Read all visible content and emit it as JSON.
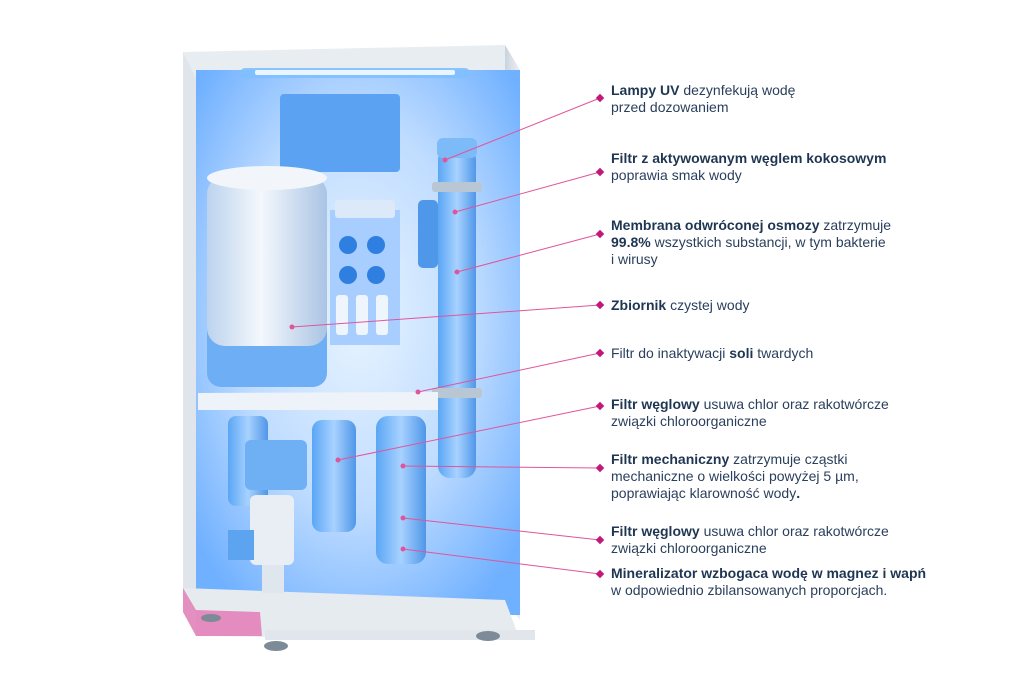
{
  "colors": {
    "leader": "#e0559a",
    "text": "#2a3f5c",
    "cabinet_glow": "#3d9bff",
    "accent_pink": "#e07ab8"
  },
  "labels": [
    {
      "id": "uv-lamps",
      "lines": [
        [
          {
            "b": true,
            "t": "Lampy UV"
          },
          {
            "b": false,
            "t": " dezynfekują wodę"
          }
        ],
        [
          {
            "b": false,
            "t": "przed dozowaniem"
          }
        ]
      ]
    },
    {
      "id": "carbon-coconut-filter",
      "lines": [
        [
          {
            "b": true,
            "t": "Filtr z aktywowanym węglem kokosowym"
          }
        ],
        [
          {
            "b": false,
            "t": "poprawia smak wody"
          }
        ]
      ]
    },
    {
      "id": "ro-membrane",
      "lines": [
        [
          {
            "b": true,
            "t": "Membrana odwróconej osmozy"
          },
          {
            "b": false,
            "t": " zatrzymuje"
          }
        ],
        [
          {
            "b": true,
            "t": "99.8%"
          },
          {
            "b": false,
            "t": " wszystkich substancji, w tym bakterie"
          }
        ],
        [
          {
            "b": false,
            "t": "i wirusy"
          }
        ]
      ]
    },
    {
      "id": "clean-water-tank",
      "lines": [
        [
          {
            "b": true,
            "t": "Zbiornik"
          },
          {
            "b": false,
            "t": " czystej wody"
          }
        ]
      ]
    },
    {
      "id": "hard-salt-filter",
      "lines": [
        [
          {
            "b": false,
            "t": "Filtr do inaktywacji "
          },
          {
            "b": true,
            "t": "soli"
          },
          {
            "b": false,
            "t": " twardych"
          }
        ]
      ]
    },
    {
      "id": "carbon-filter-1",
      "lines": [
        [
          {
            "b": true,
            "t": "Filtr węglowy"
          },
          {
            "b": false,
            "t": " usuwa chlor oraz rakotwórcze"
          }
        ],
        [
          {
            "b": false,
            "t": "związki chloroorganiczne"
          }
        ]
      ]
    },
    {
      "id": "mechanical-filter",
      "lines": [
        [
          {
            "b": true,
            "t": "Filtr mechaniczny"
          },
          {
            "b": false,
            "t": " zatrzymuje cząstki"
          }
        ],
        [
          {
            "b": false,
            "t": "mechaniczne o wielkości powyżej 5 µm,"
          }
        ],
        [
          {
            "b": false,
            "t": "poprawiając klarowność wody"
          },
          {
            "b": true,
            "t": "."
          }
        ]
      ]
    },
    {
      "id": "carbon-filter-2",
      "lines": [
        [
          {
            "b": true,
            "t": "Filtr węglowy"
          },
          {
            "b": false,
            "t": " usuwa chlor oraz rakotwórcze"
          }
        ],
        [
          {
            "b": false,
            "t": "związki chloroorganiczne"
          }
        ]
      ]
    },
    {
      "id": "mineralizer",
      "lines": [
        [
          {
            "b": true,
            "t": "Mineralizator wzbogaca wodę w magnez i wapń"
          }
        ],
        [
          {
            "b": false,
            "t": "w odpowiednio zbilansowanych proporcjach."
          }
        ]
      ]
    }
  ]
}
